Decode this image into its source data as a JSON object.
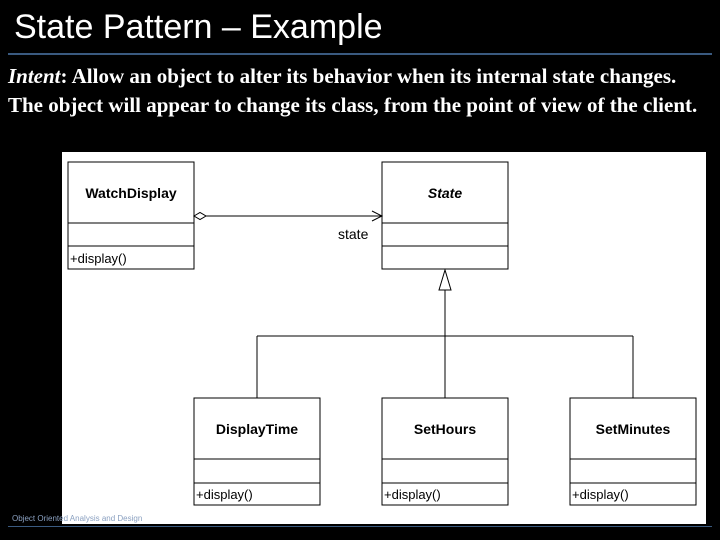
{
  "slide": {
    "title": "State Pattern – Example",
    "intent_label": "Intent",
    "intent_text": ": Allow an object to alter its behavior when its internal state changes.  The object will appear to change its class, from the point of view of the client.",
    "footer": "Object Oriented Analysis and Design"
  },
  "diagram": {
    "association_label": "state",
    "classes": [
      {
        "id": "watchdisplay",
        "name": "WatchDisplay",
        "operation": "+display()",
        "abstract": false
      },
      {
        "id": "state",
        "name": "State",
        "operation": "",
        "abstract": true
      },
      {
        "id": "displaytime",
        "name": "DisplayTime",
        "operation": "+display()",
        "abstract": false
      },
      {
        "id": "sethours",
        "name": "SetHours",
        "operation": "+display()",
        "abstract": false
      },
      {
        "id": "setminutes",
        "name": "SetMinutes",
        "operation": "+display()",
        "abstract": false
      }
    ]
  }
}
